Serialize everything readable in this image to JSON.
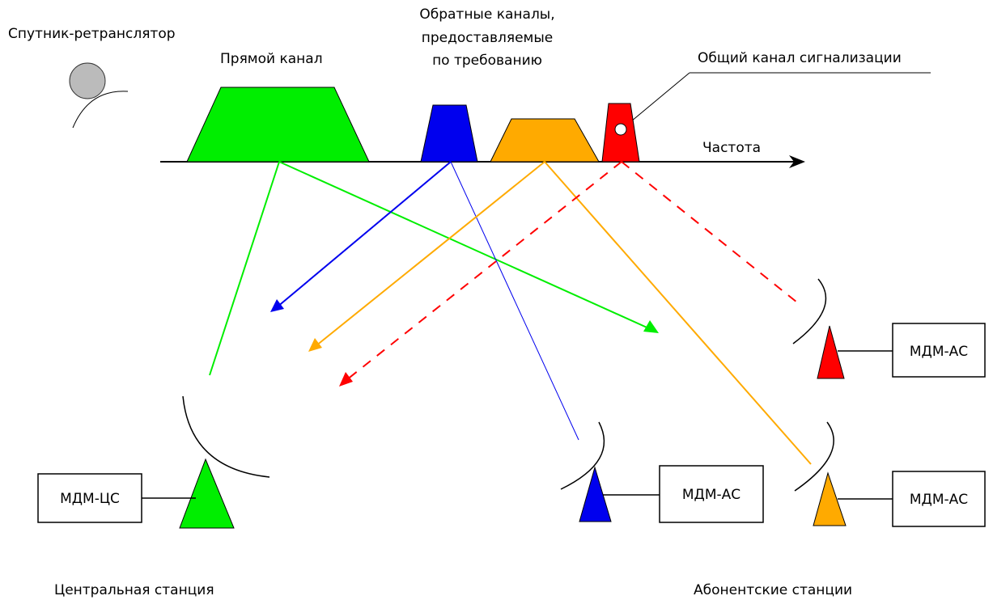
{
  "labels": {
    "satellite": "Спутник-ретранслятор",
    "forward_channel": "Прямой канал",
    "return_channels": [
      "Обратные каналы,",
      "предоставляемые",
      "по требованию"
    ],
    "signaling_channel": "Общий канал сигнализации",
    "frequency": "Частота",
    "central_station": "Центральная станция",
    "subscriber_stations": "Абонентские станции"
  },
  "modems": {
    "central": "МДМ-ЦС",
    "subscriber_top": "МДМ-АС",
    "subscriber_mid": "МДМ-АС",
    "subscriber_right": "МДМ-АС"
  },
  "colors": {
    "forward": "#00ee00",
    "return_blue": "#0000ee",
    "return_orange": "#ffaa00",
    "signaling": "#ff0000",
    "satellite": "#bbbbbb"
  }
}
